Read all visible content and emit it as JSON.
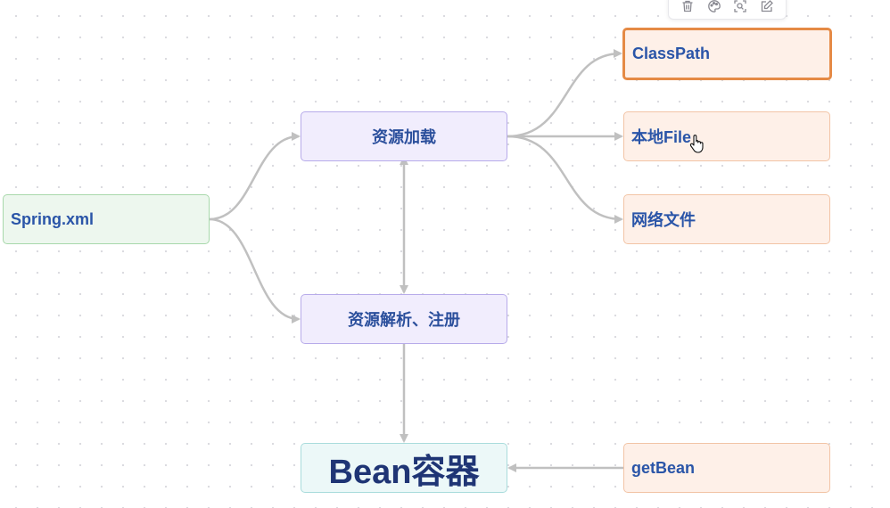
{
  "nodes": {
    "spring_xml": "Spring.xml",
    "resource_loading": "资源加载",
    "resource_parsing": "资源解析、注册",
    "bean_container": "Bean容器",
    "classpath": "ClassPath",
    "local_file": "本地File",
    "network_file": "网络文件",
    "get_bean": "getBean"
  },
  "toolbar": {
    "icons": [
      "trash-icon",
      "palette-icon",
      "zoom-icon",
      "edit-icon"
    ]
  },
  "colors": {
    "edge": "#c0c0c0",
    "text_blue": "#2a55a8",
    "selected_border": "#e58a45"
  }
}
